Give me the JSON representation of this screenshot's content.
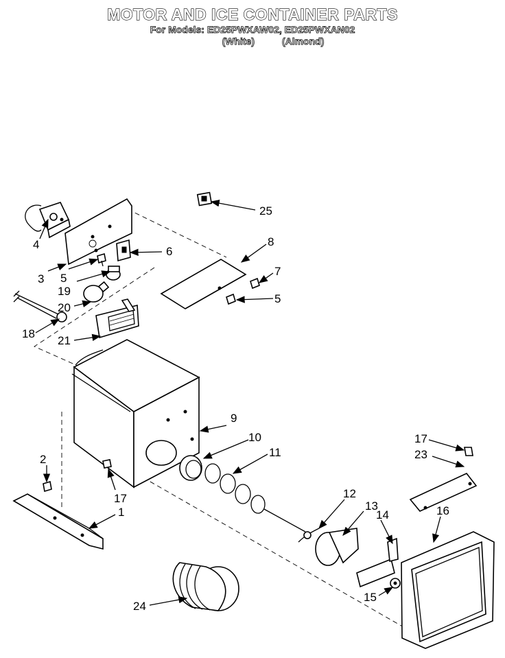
{
  "header": {
    "title": "MOTOR AND ICE CONTAINER PARTS",
    "models": "For Models: ED25PWXAW02, ED25PWXAN02",
    "color_white": "(White)",
    "color_almond": "(Almond)"
  },
  "callouts": [
    {
      "id": "c1",
      "label": "1"
    },
    {
      "id": "c2",
      "label": "2"
    },
    {
      "id": "c3",
      "label": "3"
    },
    {
      "id": "c4",
      "label": "4"
    },
    {
      "id": "c5a",
      "label": "5"
    },
    {
      "id": "c5b",
      "label": "5"
    },
    {
      "id": "c6",
      "label": "6"
    },
    {
      "id": "c7",
      "label": "7"
    },
    {
      "id": "c8",
      "label": "8"
    },
    {
      "id": "c9",
      "label": "9"
    },
    {
      "id": "c10",
      "label": "10"
    },
    {
      "id": "c11",
      "label": "11"
    },
    {
      "id": "c12",
      "label": "12"
    },
    {
      "id": "c13",
      "label": "13"
    },
    {
      "id": "c14",
      "label": "14"
    },
    {
      "id": "c15",
      "label": "15"
    },
    {
      "id": "c16",
      "label": "16"
    },
    {
      "id": "c17a",
      "label": "17"
    },
    {
      "id": "c17b",
      "label": "17"
    },
    {
      "id": "c18",
      "label": "18"
    },
    {
      "id": "c19",
      "label": "19"
    },
    {
      "id": "c20",
      "label": "20"
    },
    {
      "id": "c21",
      "label": "21"
    },
    {
      "id": "c23",
      "label": "23"
    },
    {
      "id": "c24",
      "label": "24"
    },
    {
      "id": "c25",
      "label": "25"
    }
  ]
}
